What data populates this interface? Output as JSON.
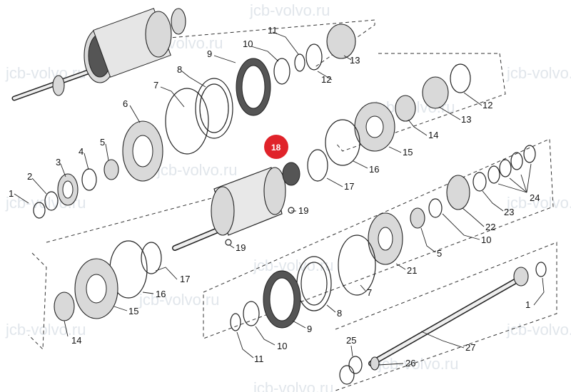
{
  "watermark": "jcb-volvo.ru",
  "highlight": {
    "label": "18",
    "color": "#e0232a"
  },
  "callouts": [
    "1",
    "2",
    "3",
    "4",
    "5",
    "6",
    "7",
    "8",
    "9",
    "10",
    "11",
    "12",
    "13",
    "12",
    "14",
    "13",
    "15",
    "16",
    "17",
    "19",
    "19",
    "24",
    "23",
    "22",
    "10",
    "5",
    "21",
    "17",
    "16",
    "15",
    "14",
    "7",
    "8",
    "9",
    "10",
    "11",
    "27",
    "1",
    "25",
    "26"
  ]
}
